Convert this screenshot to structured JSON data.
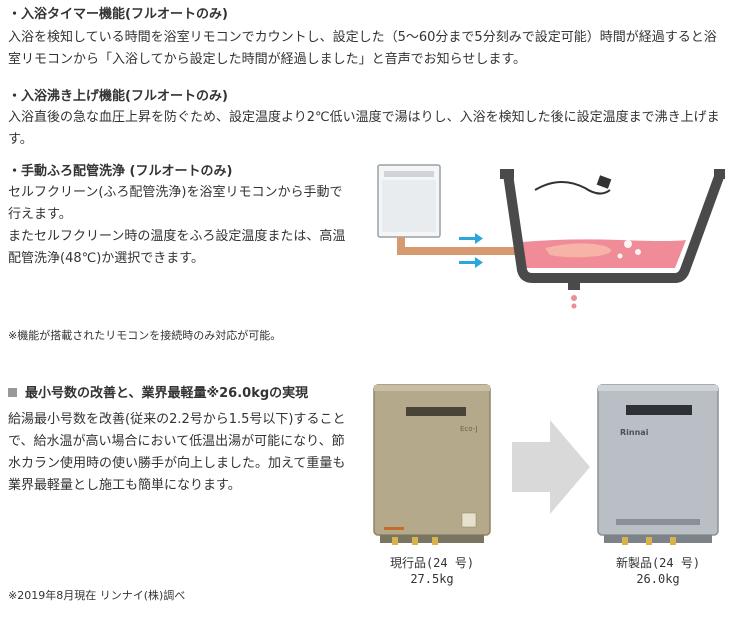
{
  "sections": [
    {
      "heading": "・入浴タイマー機能(フルオートのみ)",
      "body": "入浴を検知している時間を浴室リモコンでカウントし、設定した（5〜60分まで5分刻みで設定可能）時間が経過すると浴室リモコンから「入浴してから設定した時間が経過しました」と音声でお知らせします。"
    },
    {
      "heading": "・入浴沸き上げ機能(フルオートのみ)",
      "body": "入浴直後の急な血圧上昇を防ぐため、設定温度より2℃低い温度で湯はりし、入浴を検知した後に設定温度まで沸き上げます。"
    },
    {
      "heading": "・手動ふろ配管洗浄 (フルオートのみ)",
      "body": "セルフクリーン(ふろ配管洗浄)を浴室リモコンから手動で行えます。\nまたセルフクリーン時の温度をふろ設定温度または、高温配管洗浄(48℃)か選択できます。"
    }
  ],
  "remote_note": "※機能が搭載されたリモコンを接続時のみ対応が可能。",
  "weight_section": {
    "heading": "最小号数の改善と、業界最軽量※26.0kgの実現",
    "body": "給湯最小号数を改善(従来の2.2号から1.5号以下)することで、給水温が高い場合において低温出湯が可能になり、節水カラン使用時の使い勝手が向上しました。加えて重量も業界最軽量とし施工も簡単になります。"
  },
  "products": {
    "current": {
      "label": "現行品(24 号)",
      "weight": "27.5kg",
      "badge": "Eco-J"
    },
    "new": {
      "label": "新製品(24 号)",
      "weight": "26.0kg",
      "brand": "Rinnai"
    }
  },
  "footnote": "※2019年8月現在 リンナイ(株)調べ",
  "colors": {
    "tub": "#4a4a4a",
    "water": "#f08c98",
    "pipe": "#d79a70",
    "arrow": "#2aa6dc",
    "current_unit": "#b4a98a",
    "new_unit": "#b9bfc5"
  }
}
